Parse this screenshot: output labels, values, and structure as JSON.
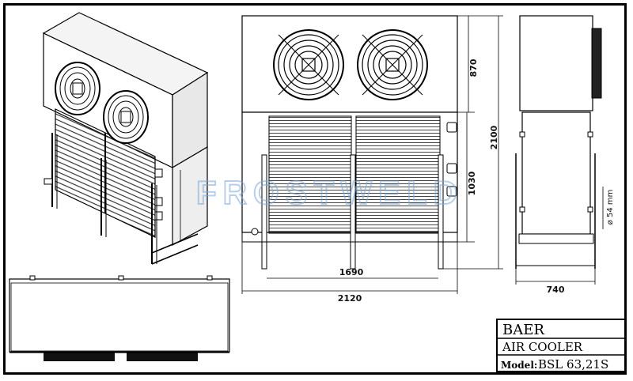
{
  "watermark": "FROSTWELD",
  "dimensions": {
    "height_top_section": "870",
    "height_total": "2100",
    "height_coil_section": "1030",
    "pipe_diameter": "ø 54 mm",
    "width_legs": "1690",
    "width_total": "2120",
    "depth_total": "740"
  },
  "title_block": {
    "brand": "BAER",
    "product": "AIR COOLER",
    "model_label": "Model:",
    "model_value": "BSL 63,21S"
  }
}
